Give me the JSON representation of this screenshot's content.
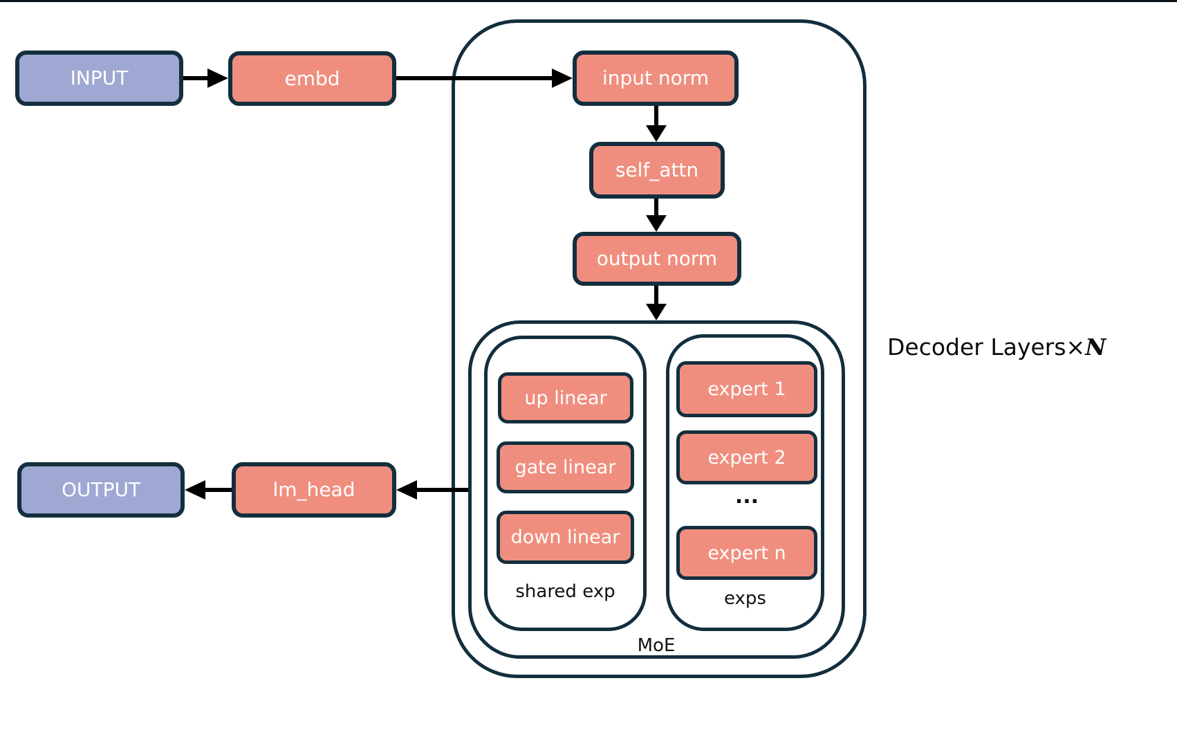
{
  "colors": {
    "node_fill_salmon": "#EF8E7E",
    "node_fill_purple": "#9FA8D2",
    "border_navy": "#132E3E",
    "arrow_black": "#000000",
    "label_dark": "#111111",
    "background": "#FFFFFF"
  },
  "nodes": {
    "input": {
      "label": "INPUT"
    },
    "embd": {
      "label": "embd"
    },
    "input_norm": {
      "label": "input norm"
    },
    "self_attn": {
      "label": "self_attn"
    },
    "output_norm": {
      "label": "output norm"
    },
    "up_linear": {
      "label": "up linear"
    },
    "gate_linear": {
      "label": "gate linear"
    },
    "down_linear": {
      "label": "down linear"
    },
    "expert_1": {
      "label": "expert 1"
    },
    "expert_2": {
      "label": "expert 2"
    },
    "expert_n": {
      "label": "expert n"
    },
    "ellipsis": "...",
    "lm_head": {
      "label": "lm_head"
    },
    "output": {
      "label": "OUTPUT"
    }
  },
  "containers": {
    "shared_exp_label": "shared exp",
    "exps_label": "exps",
    "moe_label": "MoE",
    "decoder_label": "Decoder Layers×",
    "decoder_n": "N"
  }
}
